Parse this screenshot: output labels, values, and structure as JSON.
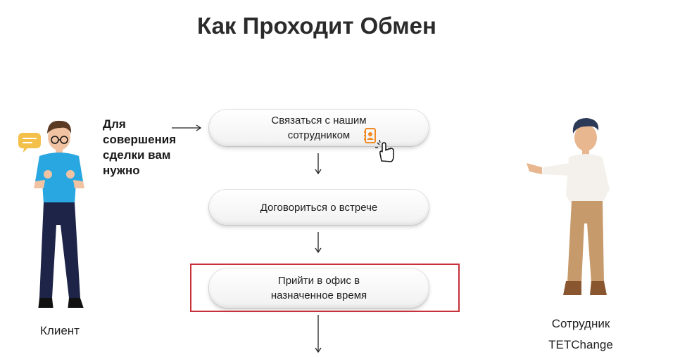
{
  "title": "Как Проходит Обмен",
  "note": "Для совершения сделки вам нужно",
  "steps": [
    {
      "label": "Связаться с нашим\nсотрудником"
    },
    {
      "label": "Договориться о встрече"
    },
    {
      "label": "Прийти в офис в\nназначенное время"
    }
  ],
  "highlight_step_index": 2,
  "highlight_color": "#c8303a",
  "accent_icon_color": "#f08a24",
  "characters": {
    "client_label": "Клиент",
    "staff_label_line1": "Сотрудник",
    "staff_label_line2": "TETChange"
  },
  "icons": [
    "speech-bubble-icon",
    "contact-book-icon",
    "pointer-hand-icon"
  ]
}
